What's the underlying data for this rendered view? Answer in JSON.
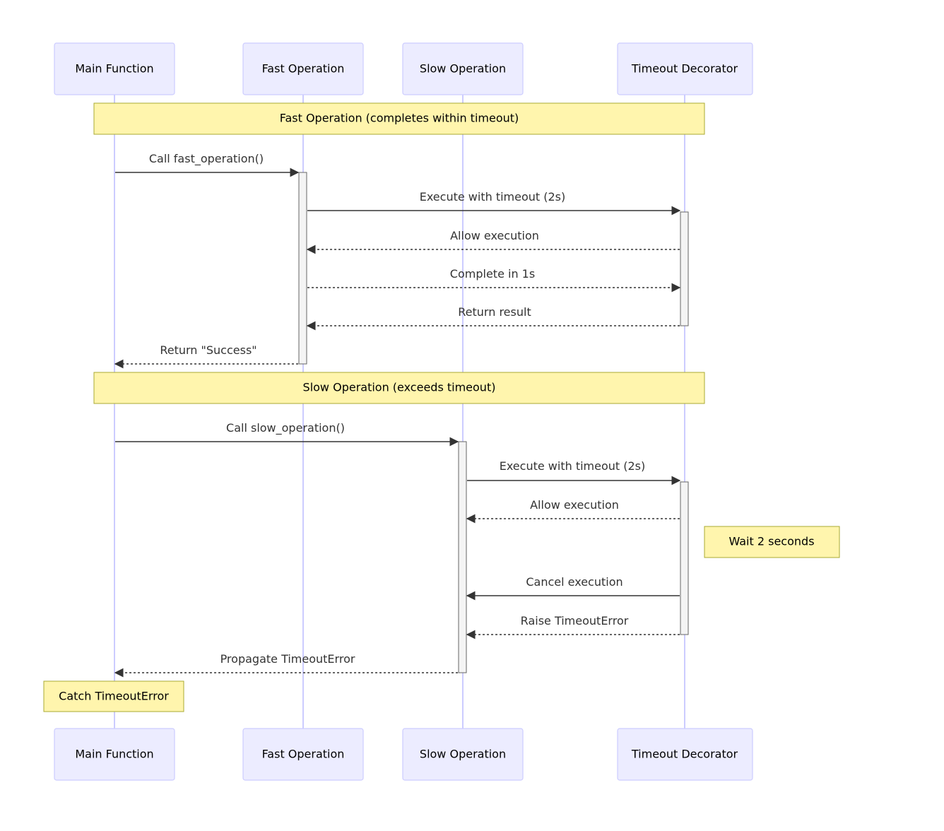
{
  "actors": [
    {
      "id": "main",
      "label": "Main Function"
    },
    {
      "id": "fast",
      "label": "Fast Operation"
    },
    {
      "id": "slow",
      "label": "Slow Operation"
    },
    {
      "id": "timeout",
      "label": "Timeout Decorator"
    }
  ],
  "sections": [
    {
      "label": "Fast Operation (completes within timeout)"
    },
    {
      "label": "Slow Operation (exceeds timeout)"
    }
  ],
  "messages": [
    {
      "label": "Call fast_operation()",
      "from": "main",
      "to": "fast",
      "style": "solid"
    },
    {
      "label": "Execute with timeout (2s)",
      "from": "fast",
      "to": "timeout",
      "style": "solid"
    },
    {
      "label": "Allow execution",
      "from": "timeout",
      "to": "fast",
      "style": "dashed"
    },
    {
      "label": "Complete in 1s",
      "from": "fast",
      "to": "timeout",
      "style": "dashed"
    },
    {
      "label": "Return result",
      "from": "timeout",
      "to": "fast",
      "style": "dashed"
    },
    {
      "label": "Return \"Success\"",
      "from": "fast",
      "to": "main",
      "style": "dashed"
    },
    {
      "label": "Call slow_operation()",
      "from": "main",
      "to": "slow",
      "style": "solid"
    },
    {
      "label": "Execute with timeout (2s)",
      "from": "slow",
      "to": "timeout",
      "style": "solid"
    },
    {
      "label": "Allow execution",
      "from": "timeout",
      "to": "slow",
      "style": "dashed"
    },
    {
      "label": "Cancel execution",
      "from": "timeout",
      "to": "slow",
      "style": "solid"
    },
    {
      "label": "Raise TimeoutError",
      "from": "timeout",
      "to": "slow",
      "style": "dashed"
    },
    {
      "label": "Propagate TimeoutError",
      "from": "slow",
      "to": "main",
      "style": "dashed"
    }
  ],
  "notes": [
    {
      "label": "Wait 2 seconds",
      "over": "timeout",
      "placement": "right of"
    },
    {
      "label": "Catch TimeoutError",
      "over": "main",
      "placement": "over"
    }
  ],
  "colors": {
    "actor_fill": "#ECECFF",
    "actor_border": "#CCCCFF",
    "note_fill": "#FFF5AD",
    "note_border": "#AAAA33",
    "line": "#333333"
  }
}
